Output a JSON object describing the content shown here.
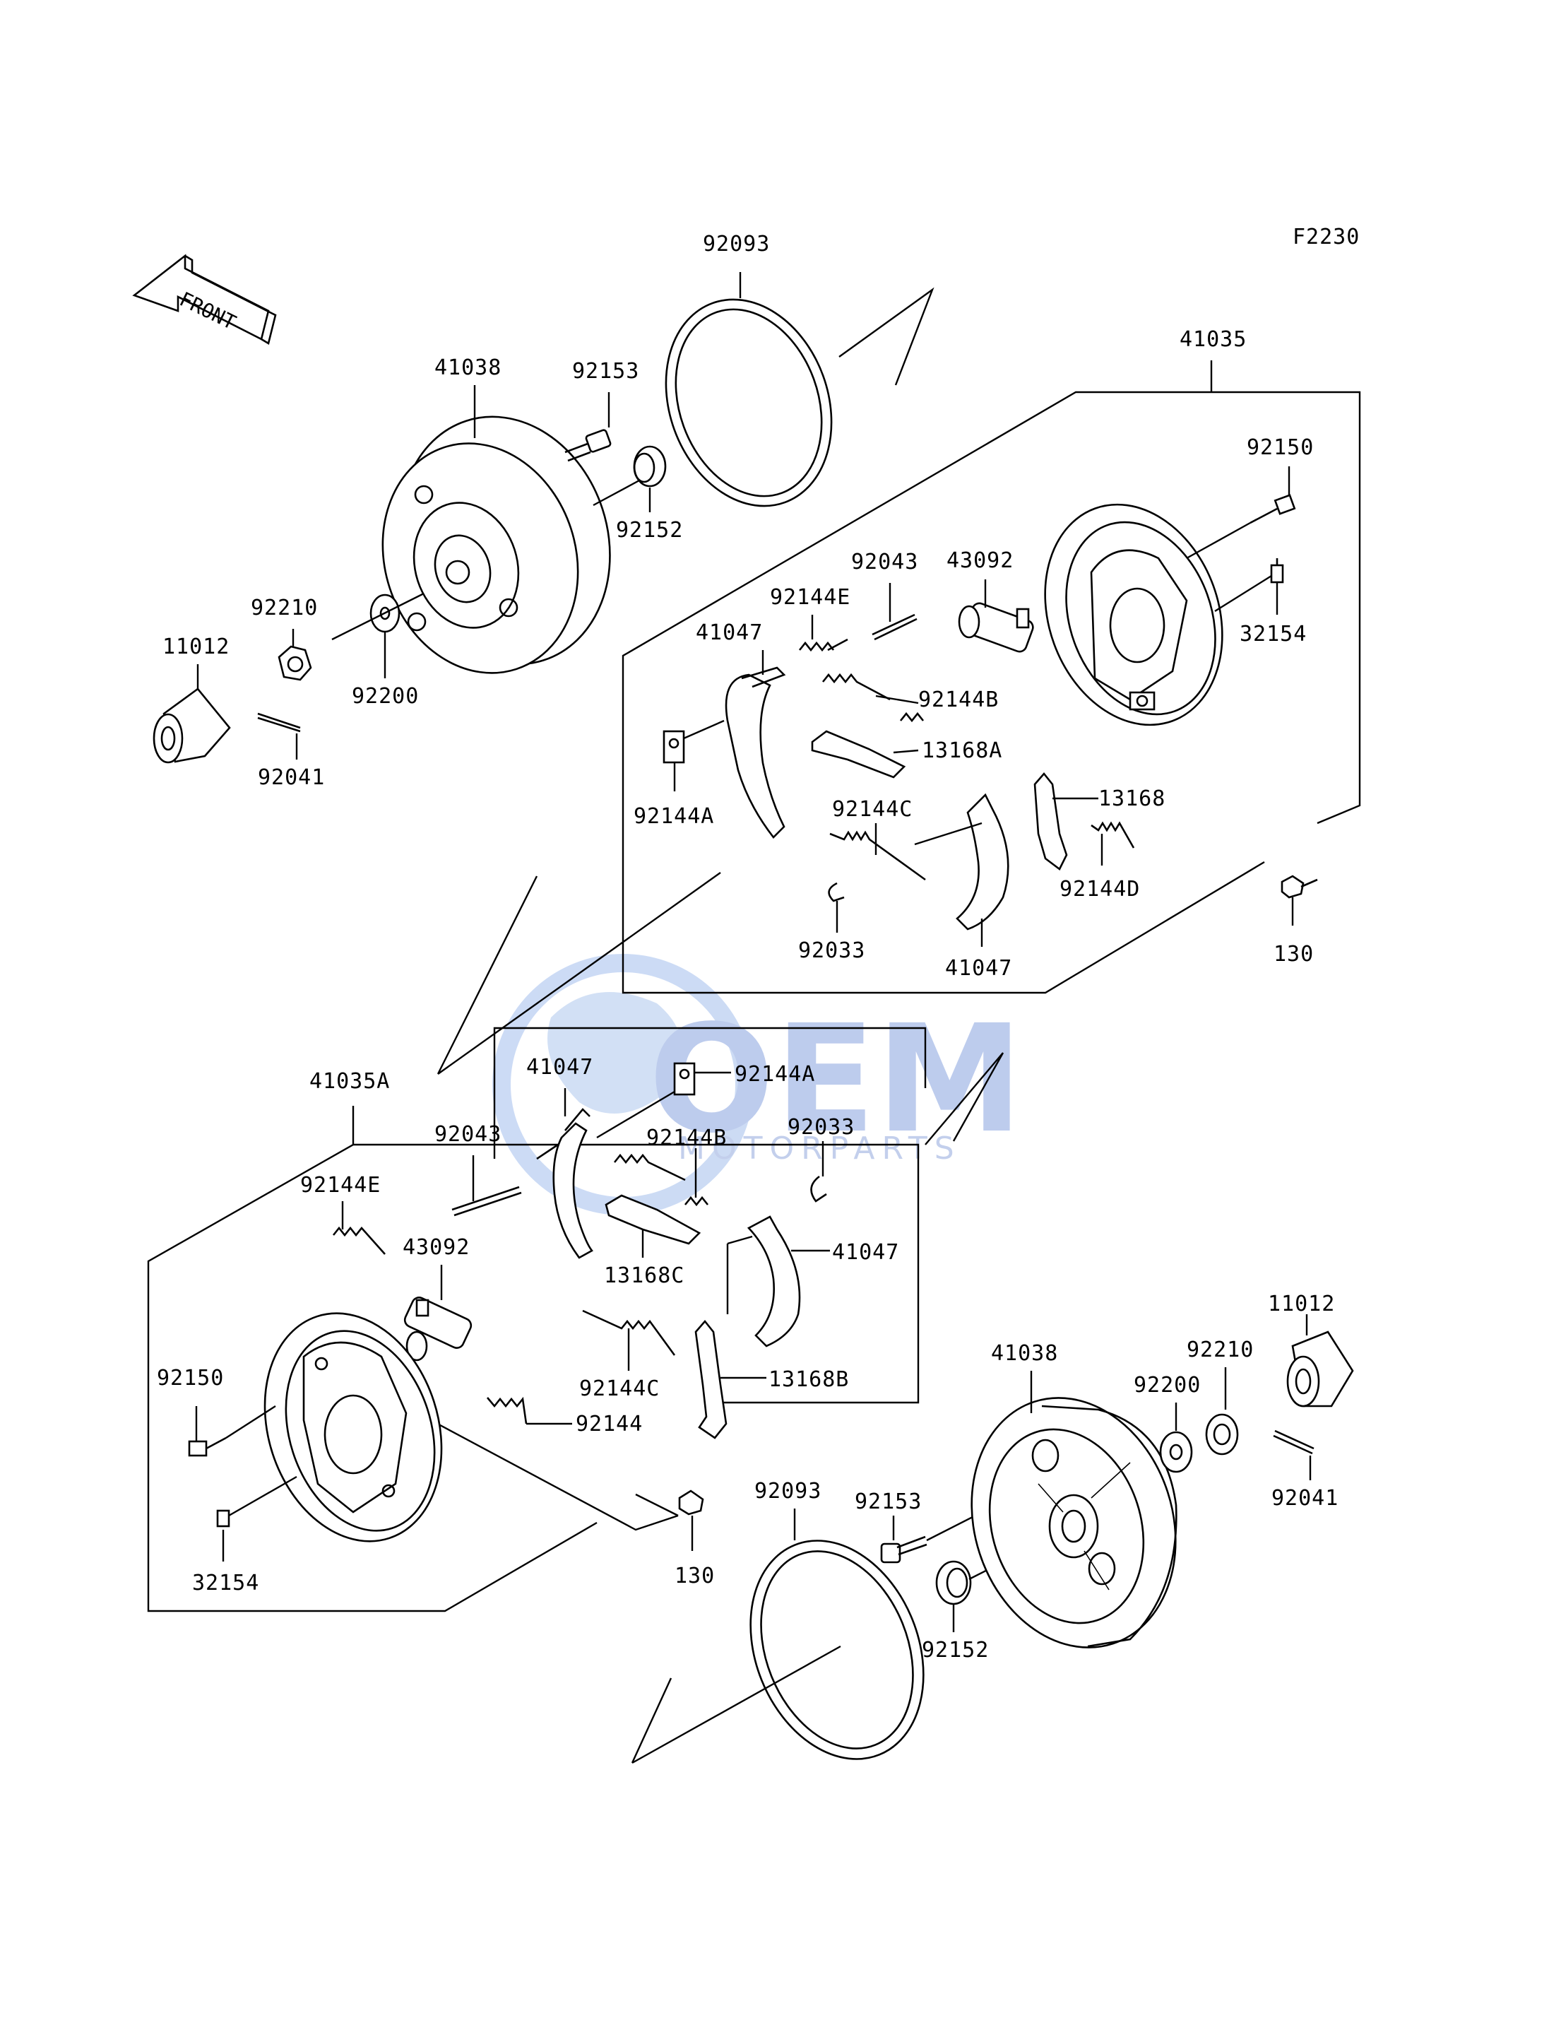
{
  "diagram": {
    "figure_code": "F2230",
    "front_arrow_label": "FRONT",
    "watermark": {
      "brand": "OEM",
      "sub": "MOTORPARTS",
      "color": "#6f8fd8"
    },
    "upper_assembly": {
      "labels": {
        "ring": "92093",
        "drum": "41038",
        "bolt": "92153",
        "bearing": "92152",
        "panel_assy": "41035",
        "panel_bolt": "92150",
        "nipple": "32154",
        "wheel_cyl": "43092",
        "pin": "92043",
        "spring_e": "92144E",
        "shoe_top": "41047",
        "spring_b": "92144B",
        "lever": "13168A",
        "clip": "92144A",
        "spring_c": "92144C",
        "plate": "13168",
        "spring_d": "92144D",
        "ring_clip": "92033",
        "shoe_bottom": "41047",
        "bleed_bolt": "130",
        "nut": "92210",
        "cap": "11012",
        "washer": "92200",
        "cotter": "92041"
      }
    },
    "lower_assembly": {
      "labels": {
        "panel_assy": "41035A",
        "shoe_top": "41047",
        "clip": "92144A",
        "spring_b": "92144B",
        "ring_clip": "92033",
        "pin": "92043",
        "spring_e": "92144E",
        "wheel_cyl": "43092",
        "lever": "13168C",
        "shoe_right": "41047",
        "spring_c": "92144C",
        "plate": "13168B",
        "spring": "92144",
        "panel_bolt": "92150",
        "nipple": "32154",
        "bleed_bolt": "130",
        "ring": "92093",
        "bolt": "92153",
        "bearing": "92152",
        "drum": "41038",
        "washer": "92200",
        "nut": "92210",
        "cap": "11012",
        "cotter": "92041"
      }
    }
  }
}
